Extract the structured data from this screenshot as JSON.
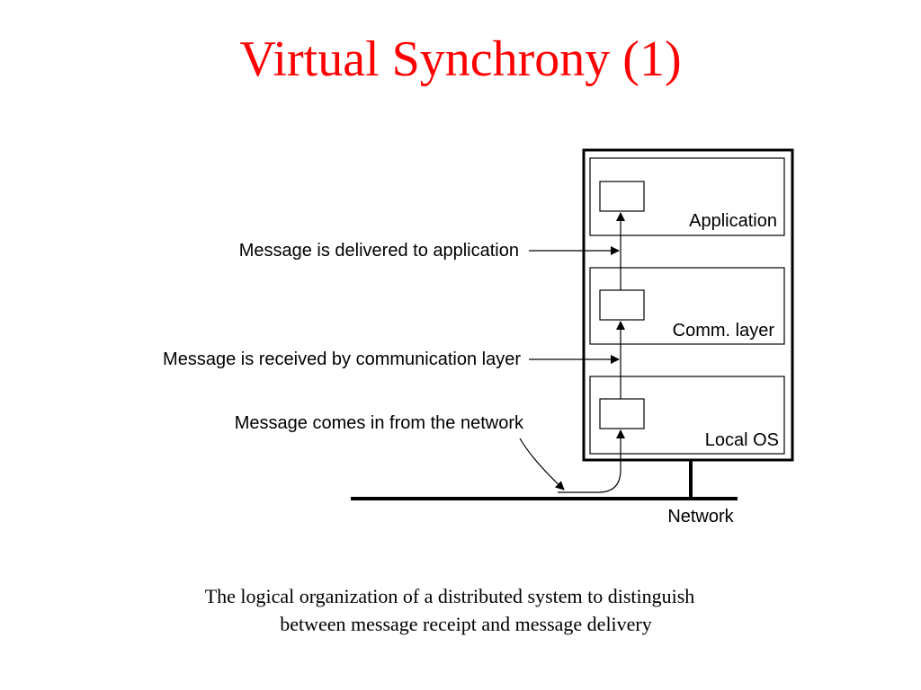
{
  "slide": {
    "title": "Virtual Synchrony (1)",
    "title_color": "#ff0000",
    "caption_line1": "The logical organization of a distributed system to distinguish",
    "caption_line2": "between message receipt and message delivery"
  },
  "diagram": {
    "layers": {
      "application": "Application",
      "comm_layer": "Comm. layer",
      "local_os": "Local OS"
    },
    "network_label": "Network",
    "annotations": {
      "delivered": "Message is delivered to application",
      "received": "Message is received by communication layer",
      "incoming": "Message comes in from the network"
    }
  }
}
